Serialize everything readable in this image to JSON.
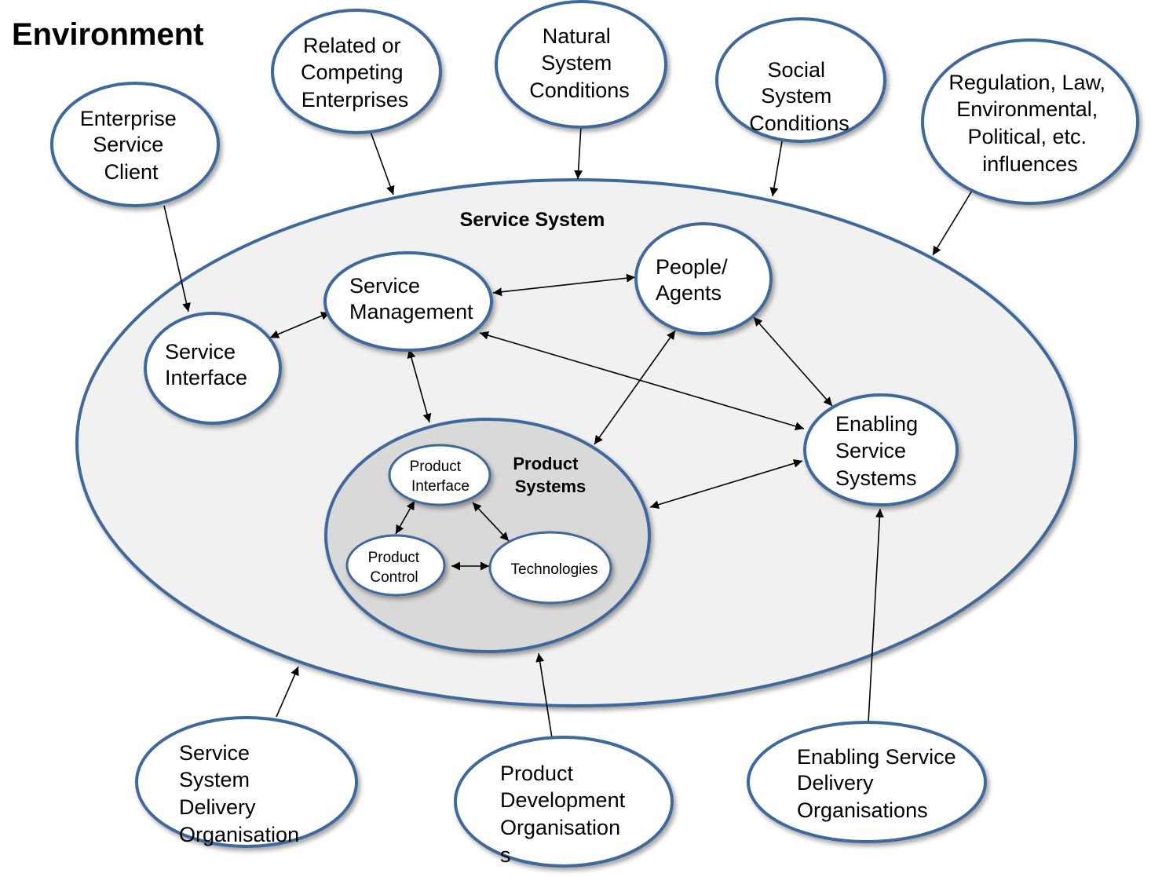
{
  "title": "Environment",
  "colors": {
    "node_stroke": "#41679a",
    "node_fill": "#ffffff",
    "service_system_fill": "#f1f1f1",
    "product_systems_fill": "#d9d9d9",
    "arrow": "#000000"
  },
  "service_system": {
    "label": "Service System"
  },
  "product_systems": {
    "label_lines": [
      "Product",
      "Systems"
    ]
  },
  "environment_nodes": {
    "enterprise_client": [
      "Enterprise",
      "Service",
      "Client"
    ],
    "related_enterprises": [
      "Related or",
      "Competing",
      "Enterprises"
    ],
    "natural_conditions": [
      "Natural",
      "System",
      "Conditions"
    ],
    "social_conditions": [
      "Social",
      "System",
      "Conditions"
    ],
    "regulation": [
      "Regulation, Law,",
      "Environmental,",
      "Political, etc.",
      "influences"
    ],
    "service_delivery_org": [
      "Service",
      "System",
      "Delivery",
      "Organisation"
    ],
    "product_dev_org": [
      "Product",
      "Development",
      "Organisation",
      "s"
    ],
    "enabling_delivery_org": [
      "Enabling Service",
      "Delivery",
      "Organisations"
    ]
  },
  "inner_nodes": {
    "service_interface": [
      "Service",
      "Interface"
    ],
    "service_management": [
      "Service",
      "Management"
    ],
    "people_agents": [
      "People/",
      "Agents"
    ],
    "enabling_systems": [
      "Enabling",
      "Service",
      "Systems"
    ],
    "product_interface": [
      "Product",
      "Interface"
    ],
    "product_control": [
      "Product",
      "Control"
    ],
    "technologies": [
      "Technologies"
    ]
  }
}
